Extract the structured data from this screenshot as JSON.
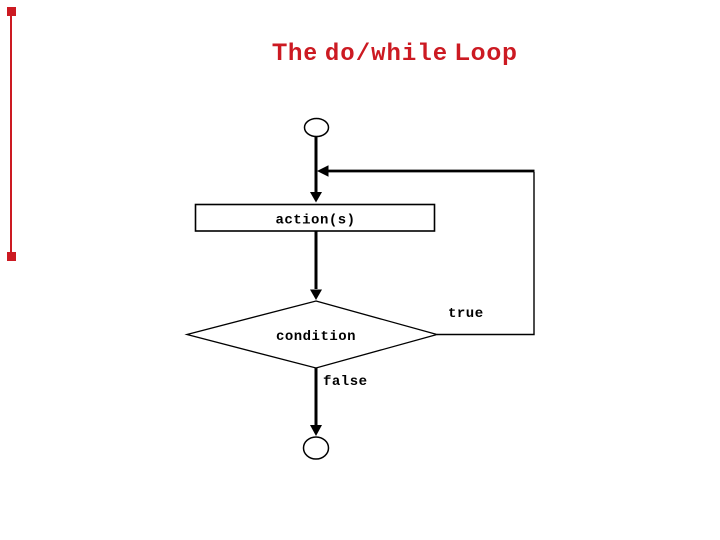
{
  "slide": {
    "background_color": "#ffffff",
    "accent_color": "#cc1a22",
    "title": {
      "prefix": "The",
      "code": "do/while",
      "suffix": "Loop"
    }
  },
  "flowchart": {
    "line_color": "#000000",
    "shape_fill_color": "#ffffff",
    "labels": {
      "action": "action(s)",
      "condition": "condition",
      "true_branch": "true",
      "false_branch": "false"
    },
    "nodes": [
      {
        "id": "start",
        "type": "terminal",
        "label": ""
      },
      {
        "id": "action",
        "type": "process",
        "label": "action(s)"
      },
      {
        "id": "condition",
        "type": "decision",
        "label": "condition"
      },
      {
        "id": "end",
        "type": "terminal",
        "label": ""
      }
    ],
    "edges": [
      {
        "from": "start",
        "to": "action",
        "label": ""
      },
      {
        "from": "action",
        "to": "condition",
        "label": ""
      },
      {
        "from": "condition",
        "to": "action",
        "label": "true"
      },
      {
        "from": "condition",
        "to": "end",
        "label": "false"
      }
    ]
  }
}
